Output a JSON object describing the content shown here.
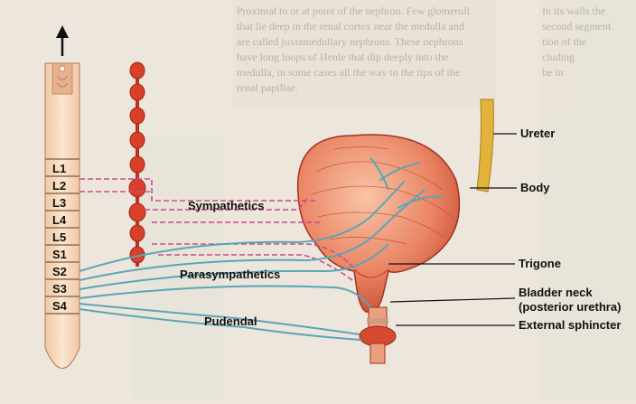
{
  "diagram": {
    "spinal_segments": [
      "L1",
      "L2",
      "L3",
      "L4",
      "L5",
      "S1",
      "S2",
      "S3",
      "S4"
    ],
    "labels": {
      "sympathetics": "Sympathetics",
      "parasympathetics": "Parasympathetics",
      "pudendal": "Pudendal",
      "ureter": "Ureter",
      "body": "Body",
      "trigone": "Trigone",
      "bladder_neck_1": "Bladder neck",
      "bladder_neck_2": "(posterior urethra)",
      "external_sphincter": "External sphincter"
    },
    "colors": {
      "sympathetic_nerve": "#d04a8a",
      "parasympathetic_nerve": "#5aa6b4",
      "bladder": "#e06a4a",
      "ganglia": "#d8402a",
      "ureter": "#e3b23a",
      "spinal_cord": "#f6dcc0"
    }
  }
}
